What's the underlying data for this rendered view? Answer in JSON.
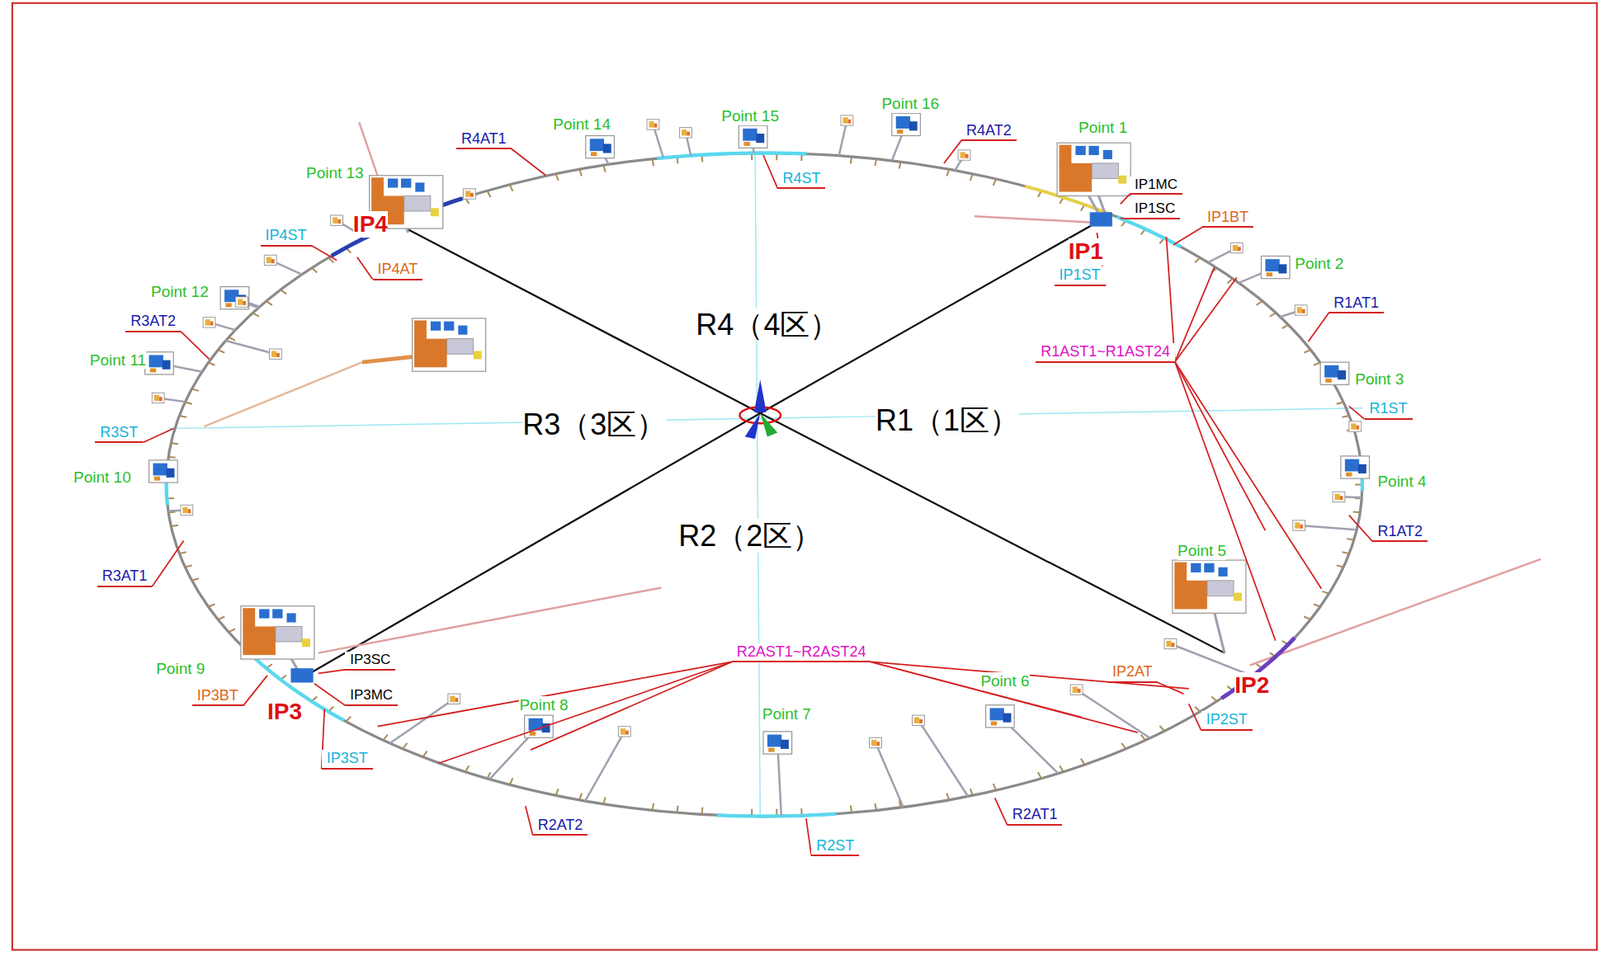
{
  "diagram": {
    "labels": [
      "R4AT1",
      "Point 14",
      "Point 15",
      "Point 16",
      "R4AT2",
      "Point 1",
      "IP1MC",
      "IP1SC",
      "IP1BT",
      "IP1",
      "IP1ST",
      "Point 13",
      "IP4",
      "IP4ST",
      "IP4AT",
      "R4ST",
      "Point 2",
      "R1AT1",
      "R1AST1~R1AST24",
      "R4（4区）",
      "Point 12",
      "R3AT2",
      "Point 11",
      "Point 3",
      "R1ST",
      "R3ST",
      "R3（3区）",
      "R1（1区）",
      "Point 10",
      "Point 4",
      "R1AT2",
      "R3AT1",
      "R2（2区）",
      "Point 5",
      "Point 9",
      "IP3SC",
      "IP3MC",
      "IP3BT",
      "IP3",
      "IP3ST",
      "R2AST1~R2AST24",
      "Point 6",
      "IP2AT",
      "IP2",
      "IP2ST",
      "Point 8",
      "Point 7",
      "R2AT2",
      "R2ST",
      "R2AT1"
    ]
  }
}
